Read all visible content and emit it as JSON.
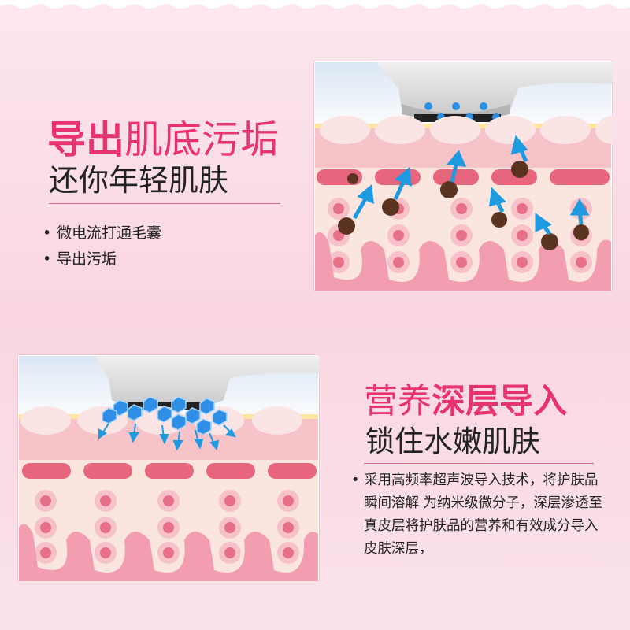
{
  "section1": {
    "title_strong": "导出",
    "title_rest": "肌底污垢",
    "subtitle": "还你年轻肌肤",
    "bullets": [
      "微电流打通毛囊",
      "导出污垢"
    ]
  },
  "section2": {
    "title_normal": "营养",
    "title_strong": "深层导入",
    "subtitle": "锁住水嫩肌肤",
    "description": "采用高频率超声波导入技术，将护肤品瞬间溶解 为纳米级微分子，深层渗透至真皮层将护肤品的营养和有效成分导入皮肤深层，"
  },
  "colors": {
    "accent": "#e8336f",
    "background": "#fde7ee",
    "skin_pink": "#f4a9b7",
    "dirt_brown": "#5a3420",
    "arrow_blue": "#1e9be0"
  }
}
